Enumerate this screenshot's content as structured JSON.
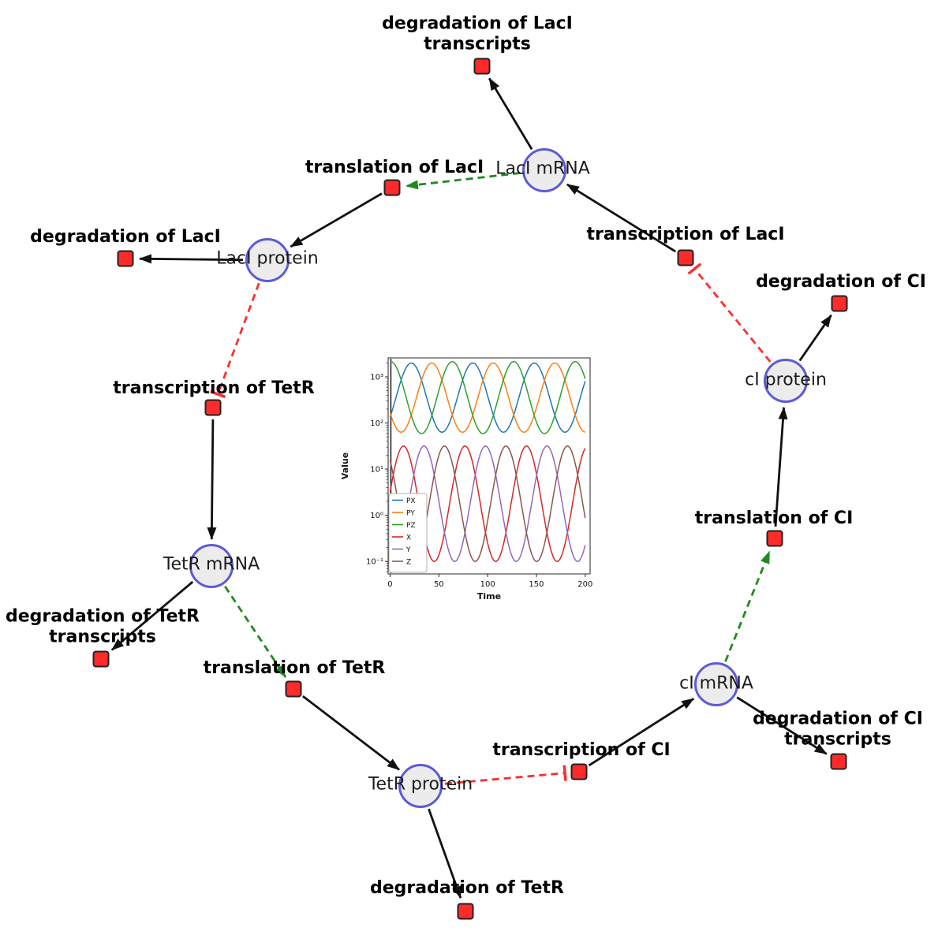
{
  "colors": {
    "species_fill": "#ececec",
    "species_border": "#5b5bd8",
    "reaction_fill": "#ff2b2b",
    "reaction_border": "#222222",
    "edge_black": "#111111",
    "edge_modifier_green": "#1e8b1e",
    "edge_inhibition_red": "#ff2d2d",
    "label_color": "#000000",
    "species_label_color": "#1c1c1c"
  },
  "diagram": {
    "species_nodes": [
      {
        "id": "laci_mrna",
        "label": "LacI mRNA"
      },
      {
        "id": "laci_protein",
        "label": "LacI protein"
      },
      {
        "id": "tetr_mrna",
        "label": "TetR mRNA"
      },
      {
        "id": "tetr_protein",
        "label": "TetR protein"
      },
      {
        "id": "ci_mrna",
        "label": "cI mRNA"
      },
      {
        "id": "ci_protein",
        "label": "cI protein"
      }
    ],
    "reaction_nodes": [
      {
        "id": "deg_laci_tx",
        "label": "degradation of LacI transcripts"
      },
      {
        "id": "transl_laci",
        "label": "translation of LacI"
      },
      {
        "id": "deg_laci",
        "label": "degradation of LacI"
      },
      {
        "id": "txn_laci",
        "label": "transcription of LacI"
      },
      {
        "id": "deg_ci",
        "label": "degradation of CI"
      },
      {
        "id": "txn_tetr",
        "label": "transcription of TetR"
      },
      {
        "id": "transl_ci",
        "label": "translation of CI"
      },
      {
        "id": "deg_tetr_tx",
        "label": "degradation of TetR transcripts"
      },
      {
        "id": "transl_tetr",
        "label": "translation of TetR"
      },
      {
        "id": "txn_ci",
        "label": "transcription of CI"
      },
      {
        "id": "deg_ci_tx",
        "label": "degradation of CI transcripts"
      },
      {
        "id": "deg_tetr",
        "label": "degradation of TetR"
      }
    ],
    "edges": [
      {
        "from": "laci_mrna",
        "to": "deg_laci_tx",
        "kind": "consumption"
      },
      {
        "from": "laci_mrna",
        "to": "transl_laci",
        "kind": "modifier"
      },
      {
        "from": "transl_laci",
        "to": "laci_protein",
        "kind": "production"
      },
      {
        "from": "laci_protein",
        "to": "deg_laci",
        "kind": "consumption"
      },
      {
        "from": "laci_protein",
        "to": "txn_tetr",
        "kind": "inhibition"
      },
      {
        "from": "txn_tetr",
        "to": "tetr_mrna",
        "kind": "production"
      },
      {
        "from": "tetr_mrna",
        "to": "deg_tetr_tx",
        "kind": "consumption"
      },
      {
        "from": "tetr_mrna",
        "to": "transl_tetr",
        "kind": "modifier"
      },
      {
        "from": "transl_tetr",
        "to": "tetr_protein",
        "kind": "production"
      },
      {
        "from": "tetr_protein",
        "to": "deg_tetr",
        "kind": "consumption"
      },
      {
        "from": "tetr_protein",
        "to": "txn_ci",
        "kind": "inhibition"
      },
      {
        "from": "txn_ci",
        "to": "ci_mrna",
        "kind": "production"
      },
      {
        "from": "ci_mrna",
        "to": "deg_ci_tx",
        "kind": "consumption"
      },
      {
        "from": "ci_mrna",
        "to": "transl_ci",
        "kind": "modifier"
      },
      {
        "from": "transl_ci",
        "to": "ci_protein",
        "kind": "production"
      },
      {
        "from": "ci_protein",
        "to": "deg_ci",
        "kind": "consumption"
      },
      {
        "from": "ci_protein",
        "to": "txn_laci",
        "kind": "inhibition"
      },
      {
        "from": "txn_laci",
        "to": "laci_mrna",
        "kind": "production"
      }
    ]
  },
  "chart_data": {
    "type": "line",
    "title": "",
    "xlabel": "Time",
    "ylabel": "Value",
    "y_scale": "log",
    "x_axis_range": [
      -2,
      205
    ],
    "y_axis_log_range": [
      -1.27,
      3.41
    ],
    "x_ticks": [
      0,
      50,
      100,
      150,
      200
    ],
    "y_ticks": [
      {
        "exp": -1,
        "label": "10⁻¹"
      },
      {
        "exp": 0,
        "label": "10⁰"
      },
      {
        "exp": 1,
        "label": "10¹"
      },
      {
        "exp": 2,
        "label": "10²"
      },
      {
        "exp": 3,
        "label": "10³"
      }
    ],
    "legend_position": "lower left",
    "grid": false,
    "description": "Oscillating repressilator time courses; proteins PX/PY/PZ cycle between ~60 and ~2000, mRNAs X/Y/Z cycle between ~0.1 and ~30, phase-shifted by one third of the ~63 time-unit period.",
    "series": [
      {
        "name": "PX",
        "color": "#1f77b4",
        "log_mid": 2.55,
        "log_amp": 0.75,
        "period": 63,
        "phase": 6
      },
      {
        "name": "PY",
        "color": "#ff7f0e",
        "log_mid": 2.55,
        "log_amp": 0.75,
        "period": 63,
        "phase": 27
      },
      {
        "name": "PZ",
        "color": "#2ca02c",
        "log_mid": 2.55,
        "log_amp": 0.78,
        "period": 63,
        "phase": 48
      },
      {
        "name": "X",
        "color": "#d62728",
        "log_mid": 0.25,
        "log_amp": 1.25,
        "period": 63,
        "phase": -2
      },
      {
        "name": "Y",
        "color": "#9467bd",
        "log_mid": 0.25,
        "log_amp": 1.25,
        "period": 63,
        "phase": 19
      },
      {
        "name": "Z",
        "color": "#8c564b",
        "log_mid": 0.25,
        "log_amp": 1.25,
        "period": 63,
        "phase": 40
      }
    ]
  }
}
